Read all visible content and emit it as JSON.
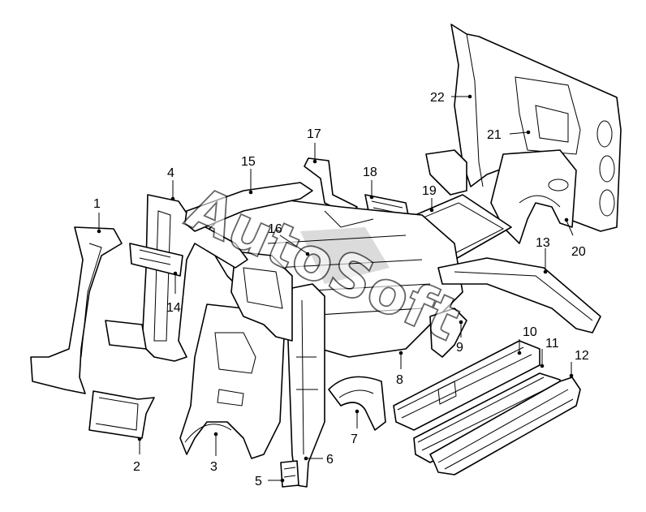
{
  "diagram": {
    "callouts": [
      "1",
      "2",
      "3",
      "4",
      "5",
      "6",
      "7",
      "8",
      "9",
      "10",
      "11",
      "12",
      "13",
      "14",
      "15",
      "16",
      "17",
      "18",
      "19",
      "20",
      "21",
      "22"
    ],
    "watermark": "AutoSoft"
  },
  "colors": {
    "line": "#000000",
    "background": "#ffffff"
  }
}
